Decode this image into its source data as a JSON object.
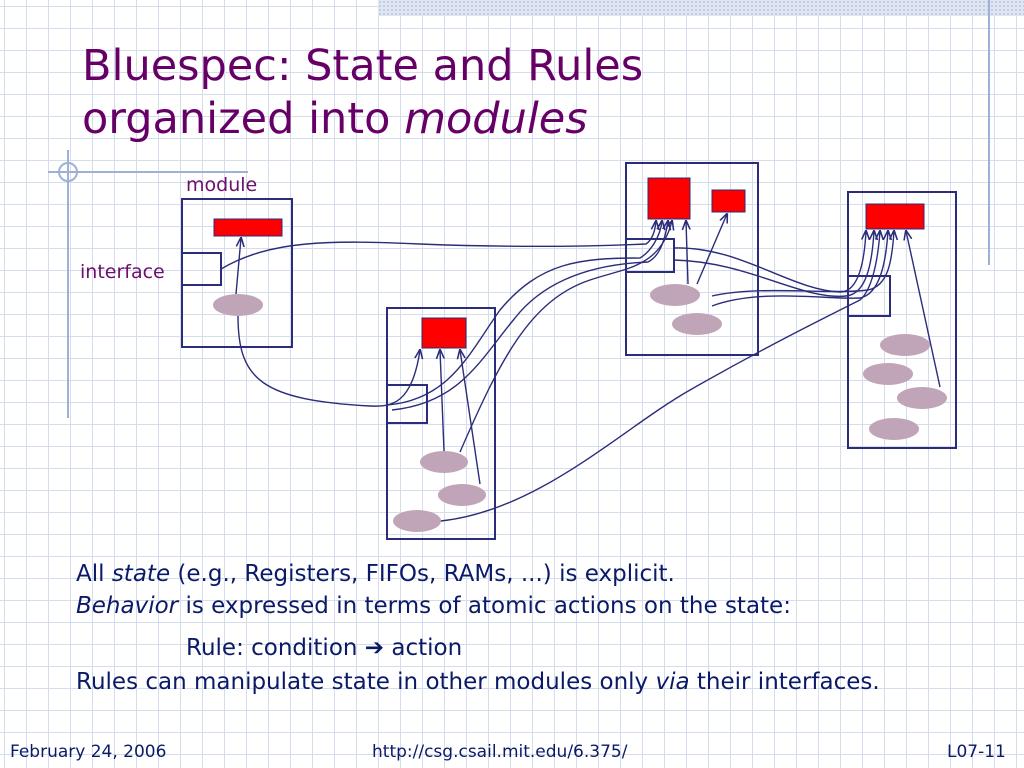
{
  "title": {
    "line1": "Bluespec:  State and Rules",
    "line2_prefix": "organized into ",
    "line2_emph": "modules"
  },
  "diagram": {
    "module_label": "module",
    "interface_label": "interface"
  },
  "body": {
    "p1_a": "All ",
    "p1_b": "state",
    "p1_c": " (e.g., Registers, FIFOs, RAMs, ...) is explicit.",
    "p2_a": "Behavior",
    "p2_b": " is expressed in terms of atomic actions on the state:",
    "p3_a": "Rule: condition ",
    "p3_arrow": "➔",
    "p3_b": " action",
    "p4_a": "Rules can manipulate state in other modules only ",
    "p4_b": "via",
    "p4_c": " their interfaces."
  },
  "footer": {
    "date": "February 24, 2006",
    "url": "http://csg.csail.mit.edu/6.375/",
    "slide_no": "L07-11"
  },
  "colors": {
    "title": "#660066",
    "text": "#0b1a66",
    "box": "#2b2d7a",
    "state": "#ff0000",
    "rule": "#c0a5b8"
  }
}
